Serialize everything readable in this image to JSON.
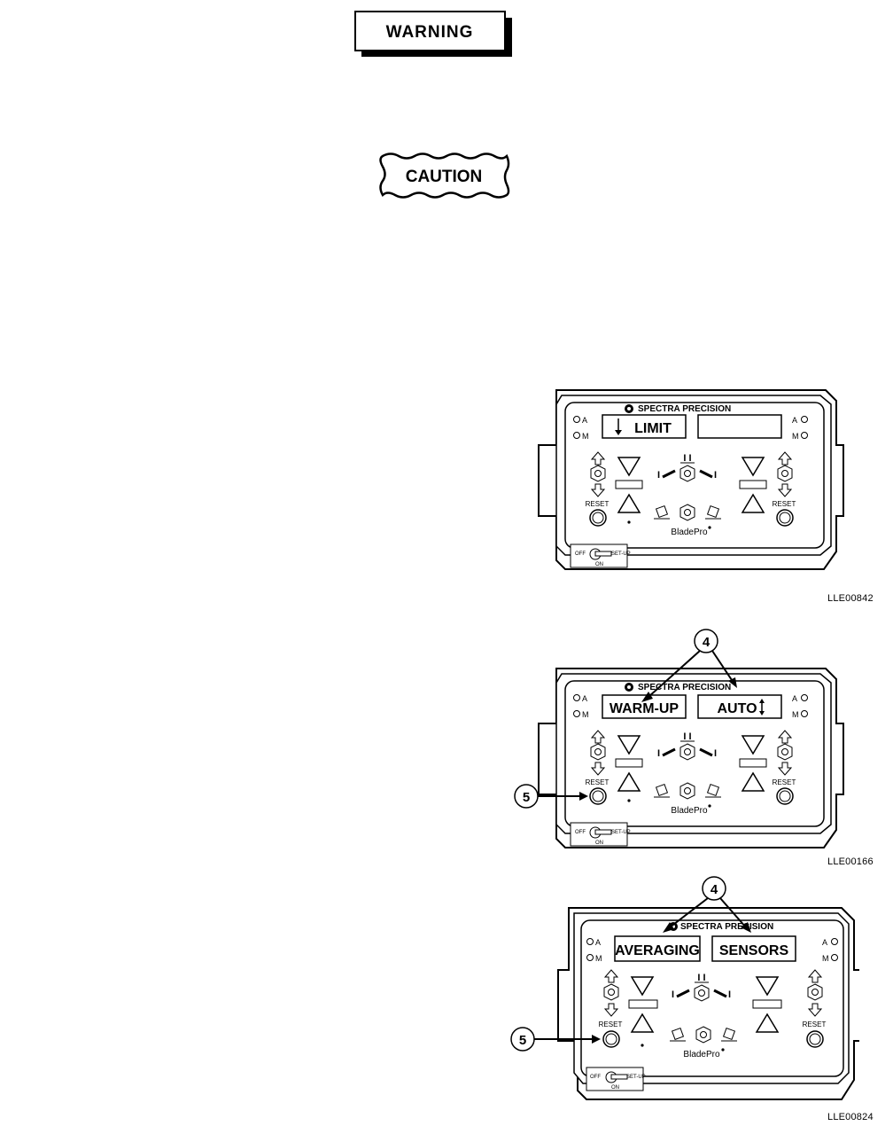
{
  "notices": {
    "warning_label": "WARNING",
    "caution_label": "CAUTION"
  },
  "figures": [
    {
      "brand": "SPECTRA PRECISION",
      "left_display": "LIMIT",
      "right_display": "",
      "model": "BladePro",
      "reset_label": "RESET",
      "led_a": "A",
      "led_m": "M",
      "switch_off": "OFF",
      "switch_on": "ON",
      "switch_setup": "SET-UP",
      "callout_top": "",
      "callout_left": "",
      "fig_id": "LLE00842"
    },
    {
      "brand": "SPECTRA PRECISION",
      "left_display": "WARM-UP",
      "right_display": "AUTO",
      "model": "BladePro",
      "reset_label": "RESET",
      "led_a": "A",
      "led_m": "M",
      "switch_off": "OFF",
      "switch_on": "ON",
      "switch_setup": "SET-UP",
      "callout_top": "4",
      "callout_left": "5",
      "fig_id": "LLE00166"
    },
    {
      "brand": "SPECTRA PRECISION",
      "left_display": "AVERAGING",
      "right_display": "SENSORS",
      "model": "BladePro",
      "reset_label": "RESET",
      "led_a": "A",
      "led_m": "M",
      "switch_off": "OFF",
      "switch_on": "ON",
      "switch_setup": "SET-UP",
      "callout_top": "4",
      "callout_left": "5",
      "fig_id": "LLE00824"
    }
  ],
  "icons": {
    "up_arrow": "hollow-up-arrow-icon",
    "down_arrow": "hollow-down-arrow-icon",
    "nut": "hex-nut-icon",
    "limit_arrow": "down-arrow-icon",
    "auto_arrows": "up-down-arrow-icon"
  }
}
